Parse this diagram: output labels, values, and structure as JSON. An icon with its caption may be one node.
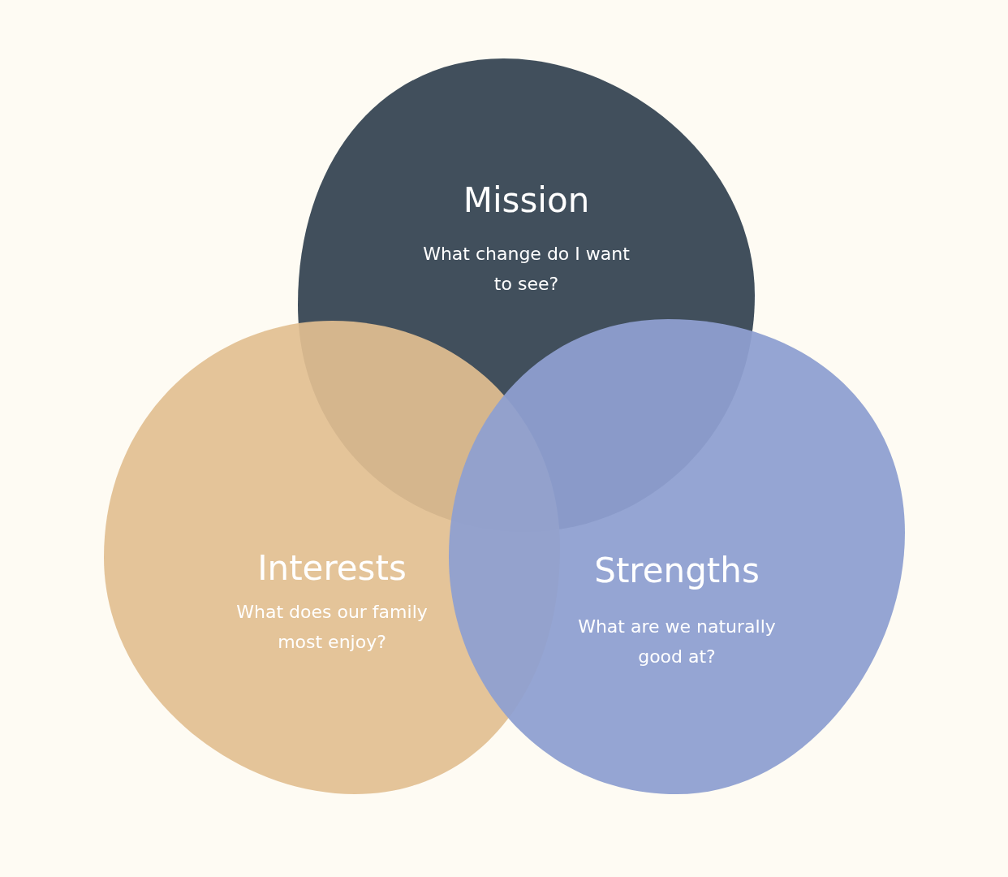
{
  "diagram": {
    "nodes": [
      {
        "text": [
          "Mission",
          "What change do I want to see?"
        ]
      },
      {
        "text": [
          "Interests",
          "What does our family most enjoy?"
        ]
      },
      {
        "text": [
          "Strengths",
          "What are we naturally good at?"
        ]
      }
    ]
  }
}
